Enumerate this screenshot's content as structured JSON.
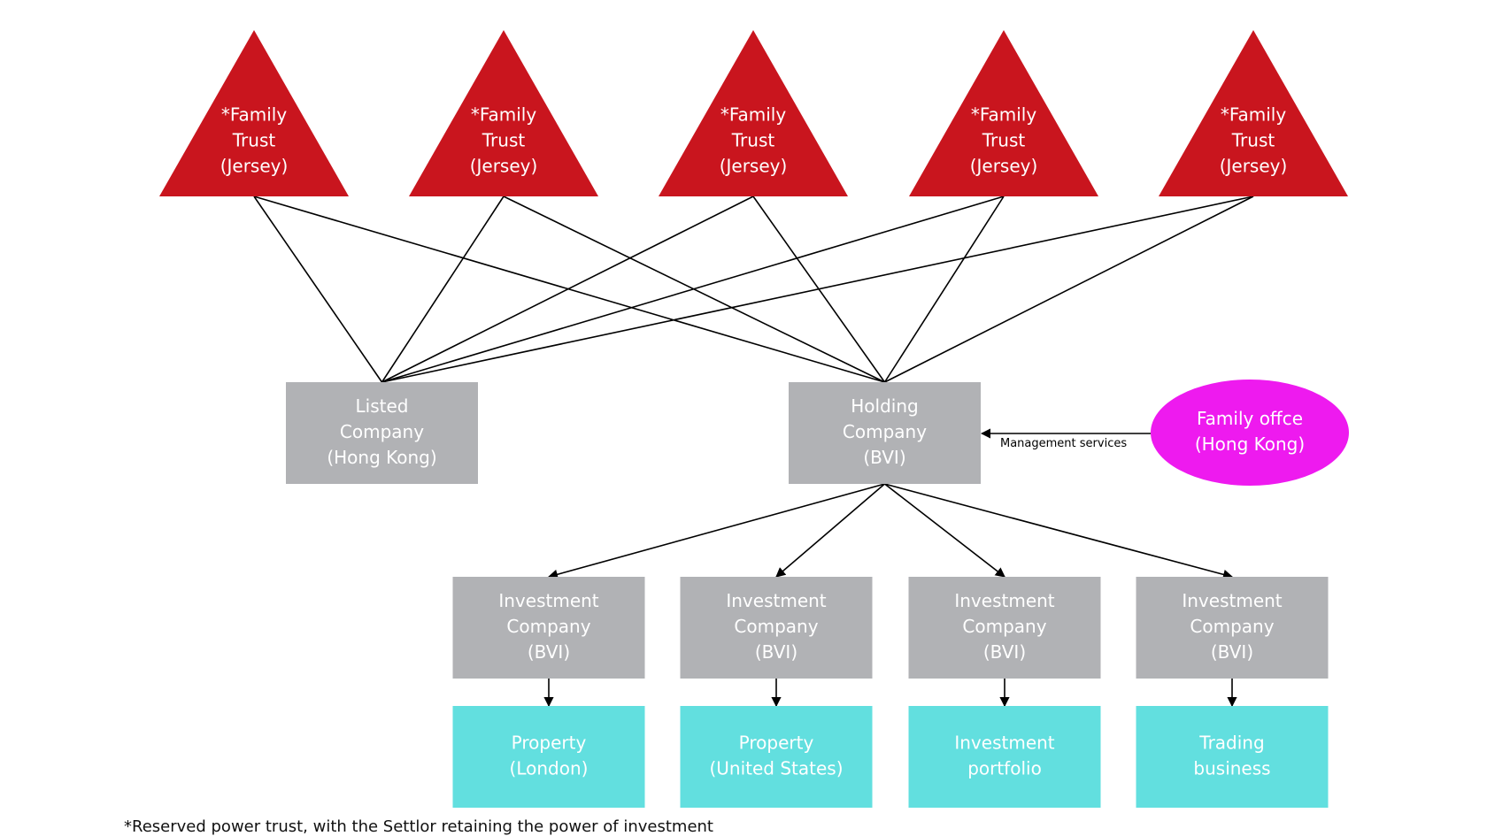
{
  "colors": {
    "trust": "#c9151e",
    "company": "#b1b2b5",
    "asset": "#62dfdf",
    "family_office": "#ee1aef",
    "text": "#ffffff",
    "line": "#000000"
  },
  "trusts": [
    {
      "lines": [
        "*Family",
        "Trust",
        "(Jersey)"
      ]
    },
    {
      "lines": [
        "*Family",
        "Trust",
        "(Jersey)"
      ]
    },
    {
      "lines": [
        "*Family",
        "Trust",
        "(Jersey)"
      ]
    },
    {
      "lines": [
        "*Family",
        "Trust",
        "(Jersey)"
      ]
    },
    {
      "lines": [
        "*Family",
        "Trust",
        "(Jersey)"
      ]
    }
  ],
  "listed_company": {
    "lines": [
      "Listed",
      "Company",
      "(Hong Kong)"
    ]
  },
  "holding_company": {
    "lines": [
      "Holding",
      "Company",
      "(BVI)"
    ]
  },
  "family_office": {
    "lines": [
      "Family offce",
      "(Hong Kong)"
    ]
  },
  "management_label": "Management services",
  "investment_companies": [
    {
      "lines": [
        "Investment",
        "Company",
        "(BVI)"
      ]
    },
    {
      "lines": [
        "Investment",
        "Company",
        "(BVI)"
      ]
    },
    {
      "lines": [
        "Investment",
        "Company",
        "(BVI)"
      ]
    },
    {
      "lines": [
        "Investment",
        "Company",
        "(BVI)"
      ]
    }
  ],
  "assets": [
    {
      "lines": [
        "Property",
        "(London)"
      ]
    },
    {
      "lines": [
        "Property",
        "(United States)"
      ]
    },
    {
      "lines": [
        "Investment",
        "portfolio"
      ]
    },
    {
      "lines": [
        "Trading",
        "business"
      ]
    }
  ],
  "footnote": "*Reserved power trust, with the Settlor retaining the power of investment"
}
